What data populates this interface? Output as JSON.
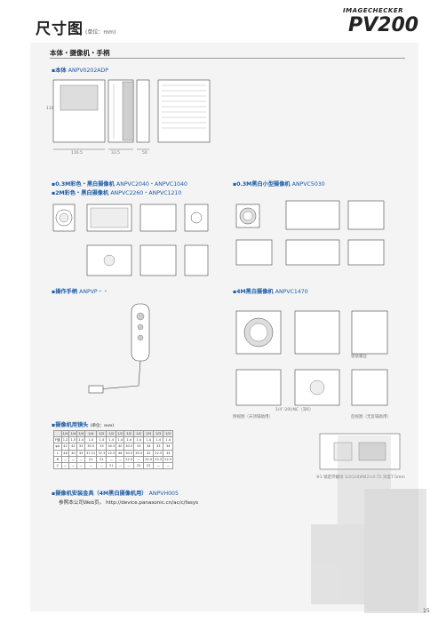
{
  "header": {
    "title": "尺寸图",
    "unit_note": "(单位：mm)",
    "brand_small": "IMAGECHECKER",
    "brand_big": "PV200"
  },
  "section": {
    "title": "本体・摄像机・手柄"
  },
  "body_unit": {
    "label": "▪本体",
    "model": "ANPV0202ADP",
    "dims": [
      "116.5",
      "116",
      "33.5",
      "50"
    ]
  },
  "cam03": {
    "label": "▪0.3M彩色・黑白摄像机",
    "model": "ANPVC2040・ANPVC1040"
  },
  "cam2m": {
    "label": "▪2M彩色・黑白摄像机",
    "model": "ANPVC2260・ANPVC1210"
  },
  "cam_small": {
    "label": "▪0.3M黑白小型摄像机",
    "model": "ANPVC5030"
  },
  "handle": {
    "label": "▪操作手柄",
    "model": "ANPVP・・"
  },
  "cam4m": {
    "label": "▪4M黑白摄像机",
    "model": "ANPVC1470",
    "notes": [
      "锁紧螺丝",
      "1/4″-20UNC（深6）",
      "侧视图（天顶辅助用）",
      "后视图（无反辅助用）"
    ]
  },
  "lens": {
    "label": "▪摄像机用镜头",
    "unit": "(单位：mm)",
    "footnote": "※1 锁定环螺纹 1/2(1/4)M42×0.75 深度7.5mm",
    "rows": [
      [
        "",
        "1/4",
        "1/4",
        "1/4",
        "1/4",
        "1/2",
        "1/2",
        "1/2",
        "1/2",
        "1/2",
        "2/3",
        "2/3",
        "2/3"
      ],
      [
        "F值",
        "1.2",
        "1.5",
        "1.4",
        "1.4",
        "1.4",
        "1.4",
        "1.4",
        "1.4",
        "1.4",
        "1.4",
        "1.4",
        "1.4"
      ],
      [
        "φA",
        "42",
        "42",
        "33",
        "30.5",
        "33",
        "30.5",
        "40",
        "30.5",
        "33",
        "34",
        "33",
        "34"
      ],
      [
        "L",
        "46",
        "30",
        "33",
        "37.21",
        "37.3",
        "22.5",
        "46",
        "30.5",
        "35.5",
        "32",
        "22.5",
        "34"
      ],
      [
        "B",
        "—",
        "—",
        "—",
        "21",
        "21",
        "—",
        "—",
        "22.5",
        "—",
        "22.5",
        "22.5",
        "22.5"
      ],
      [
        "C",
        "—",
        "—",
        "—",
        "—",
        "—",
        "21",
        "—",
        "—",
        "22",
        "22",
        "—",
        "—"
      ]
    ]
  },
  "mount": {
    "label": "▪摄像机安装金具（4M黑白摄像机用）",
    "model": "ANPVH005",
    "note": "参照本公司Web页。",
    "url": "http://device.panasonic.cn/ac/c/fasys"
  },
  "page_number": "15"
}
